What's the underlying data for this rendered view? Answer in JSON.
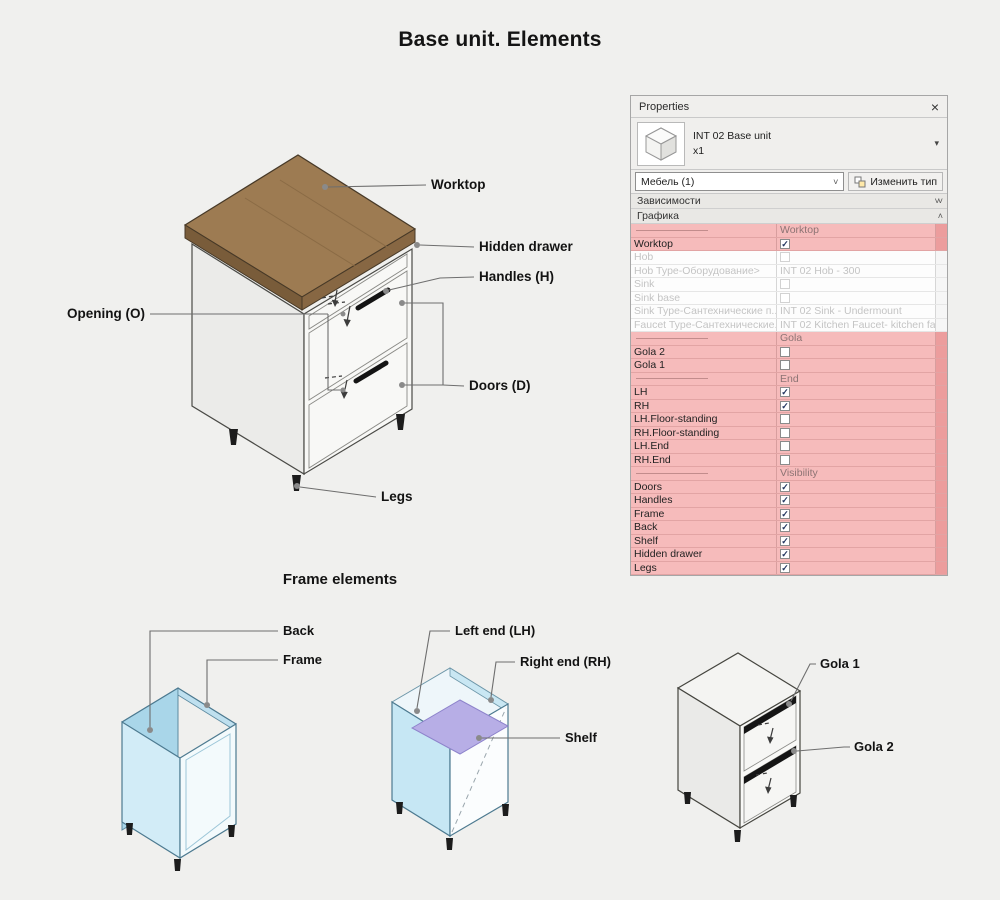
{
  "page": {
    "title": "Base unit. Elements"
  },
  "main_diagram": {
    "labels": {
      "worktop": "Worktop",
      "hidden_drawer": "Hidden drawer",
      "handles": "Handles (H)",
      "opening": "Opening (O)",
      "doors": "Doors (D)",
      "legs": "Legs"
    }
  },
  "frame_section": {
    "title": "Frame elements",
    "labels": {
      "back": "Back",
      "frame": "Frame",
      "left_end": "Left end (LH)",
      "right_end": "Right end (RH)",
      "shelf": "Shelf",
      "gola_1": "Gola 1",
      "gola_2": "Gola 2"
    }
  },
  "icons": {
    "close": "×",
    "dropdown_arrow": "▾",
    "combo_chevron": "˅",
    "section_collapse_down": "˅˅",
    "section_collapse_up": "˄",
    "check_glyph": "✓"
  },
  "properties_panel": {
    "title": "Properties",
    "family_name": "INT 02 Base unit",
    "instance_count": "x1",
    "type_selector": "Мебель (1)",
    "edit_type_button": "Изменить тип",
    "section_constraints": "Зависимости",
    "section_graphics": "Графика",
    "colors": {
      "highlight_row": "#f6bbbb",
      "highlight_scrollbar": "#ec9d9d",
      "panel_background": "#f0efed"
    },
    "rows": [
      {
        "kind": "group",
        "group_label": "Worktop",
        "highlight": true
      },
      {
        "kind": "check",
        "label": "Worktop",
        "checked": true,
        "highlight": true
      },
      {
        "kind": "check",
        "label": "Hob",
        "checked": false,
        "dimmed": true
      },
      {
        "kind": "text",
        "label": "Hob Type-Оборудование>",
        "value": "INT 02 Hob - 300",
        "dimmed": true
      },
      {
        "kind": "check",
        "label": "Sink",
        "checked": false,
        "dimmed": true
      },
      {
        "kind": "check",
        "label": "Sink base",
        "checked": false,
        "dimmed": true
      },
      {
        "kind": "text",
        "label": "Sink Type-Сантехнические п...",
        "value": "INT 02 Sink - Undermount",
        "dimmed": true
      },
      {
        "kind": "text",
        "label": "Faucet Type-Сантехнические...",
        "value": "INT 02 Kitchen Faucet- kitchen fa...",
        "dimmed": true
      },
      {
        "kind": "group",
        "group_label": "Gola",
        "highlight": true
      },
      {
        "kind": "check",
        "label": "Gola 2",
        "checked": false,
        "highlight": true
      },
      {
        "kind": "check",
        "label": "Gola 1",
        "checked": false,
        "highlight": true
      },
      {
        "kind": "group",
        "group_label": "End",
        "highlight": true
      },
      {
        "kind": "check",
        "label": "LH",
        "checked": true,
        "highlight": true
      },
      {
        "kind": "check",
        "label": "RH",
        "checked": true,
        "highlight": true
      },
      {
        "kind": "check",
        "label": "LH.Floor-standing",
        "checked": false,
        "highlight": true
      },
      {
        "kind": "check",
        "label": "RH.Floor-standing",
        "checked": false,
        "highlight": true
      },
      {
        "kind": "check",
        "label": "LH.End",
        "checked": false,
        "highlight": true
      },
      {
        "kind": "check",
        "label": "RH.End",
        "checked": false,
        "highlight": true
      },
      {
        "kind": "group",
        "group_label": "Visibility",
        "highlight": true
      },
      {
        "kind": "check",
        "label": "Doors",
        "checked": true,
        "highlight": true
      },
      {
        "kind": "check",
        "label": "Handles",
        "checked": true,
        "highlight": true
      },
      {
        "kind": "check",
        "label": "Frame",
        "checked": true,
        "highlight": true
      },
      {
        "kind": "check",
        "label": "Back",
        "checked": true,
        "highlight": true
      },
      {
        "kind": "check",
        "label": "Shelf",
        "checked": true,
        "highlight": true
      },
      {
        "kind": "check",
        "label": "Hidden drawer",
        "checked": true,
        "highlight": true
      },
      {
        "kind": "check",
        "label": "Legs",
        "checked": true,
        "highlight": true
      }
    ]
  },
  "colors": {
    "background": "#f0f0ee",
    "worktop_brown": "#9d7b52",
    "frame_blue": "#c6e7f4",
    "shelf_purple": "#b7aee6"
  }
}
